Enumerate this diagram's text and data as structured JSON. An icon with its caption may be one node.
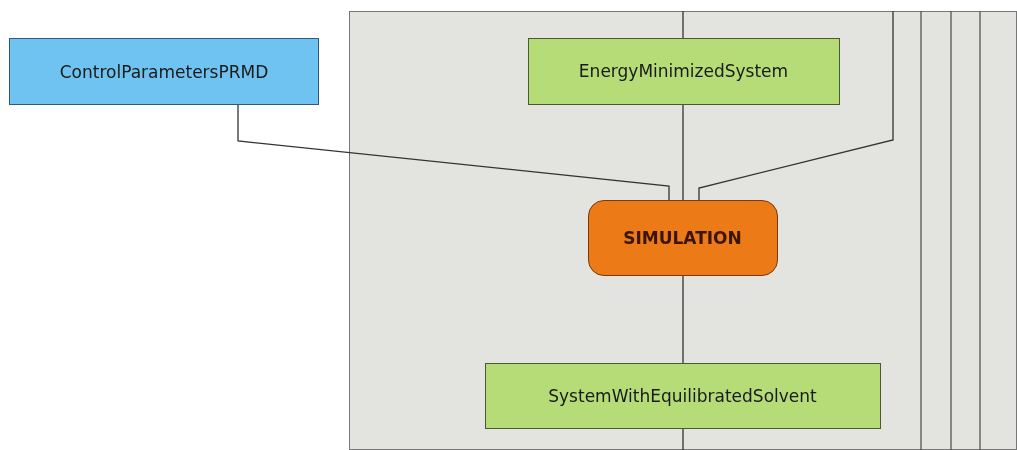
{
  "diagram": {
    "nodes": [
      {
        "text": [
          "ControlParametersPRMD"
        ]
      },
      {
        "text": [],
        "shape": "box"
      },
      {
        "text": [
          "EnergyMinimizedSystem"
        ],
        "in": 1
      },
      {
        "text": [
          "SIMULATION"
        ],
        "in": 1
      },
      {
        "text": [
          "SystemWithEquilibratedSolvent"
        ],
        "in": 1
      }
    ],
    "edges": [
      {
        "from": null,
        "to": 2,
        "arrow": "none"
      },
      {
        "from": 0,
        "to": 3,
        "arrow": "none"
      },
      {
        "from": 2,
        "to": 3,
        "arrow": "none"
      },
      {
        "from": null,
        "to": 3,
        "arrow": "none"
      },
      {
        "from": 3,
        "to": 4,
        "arrow": "none"
      },
      {
        "from": 4,
        "to": null,
        "arrow": "none"
      }
    ]
  }
}
